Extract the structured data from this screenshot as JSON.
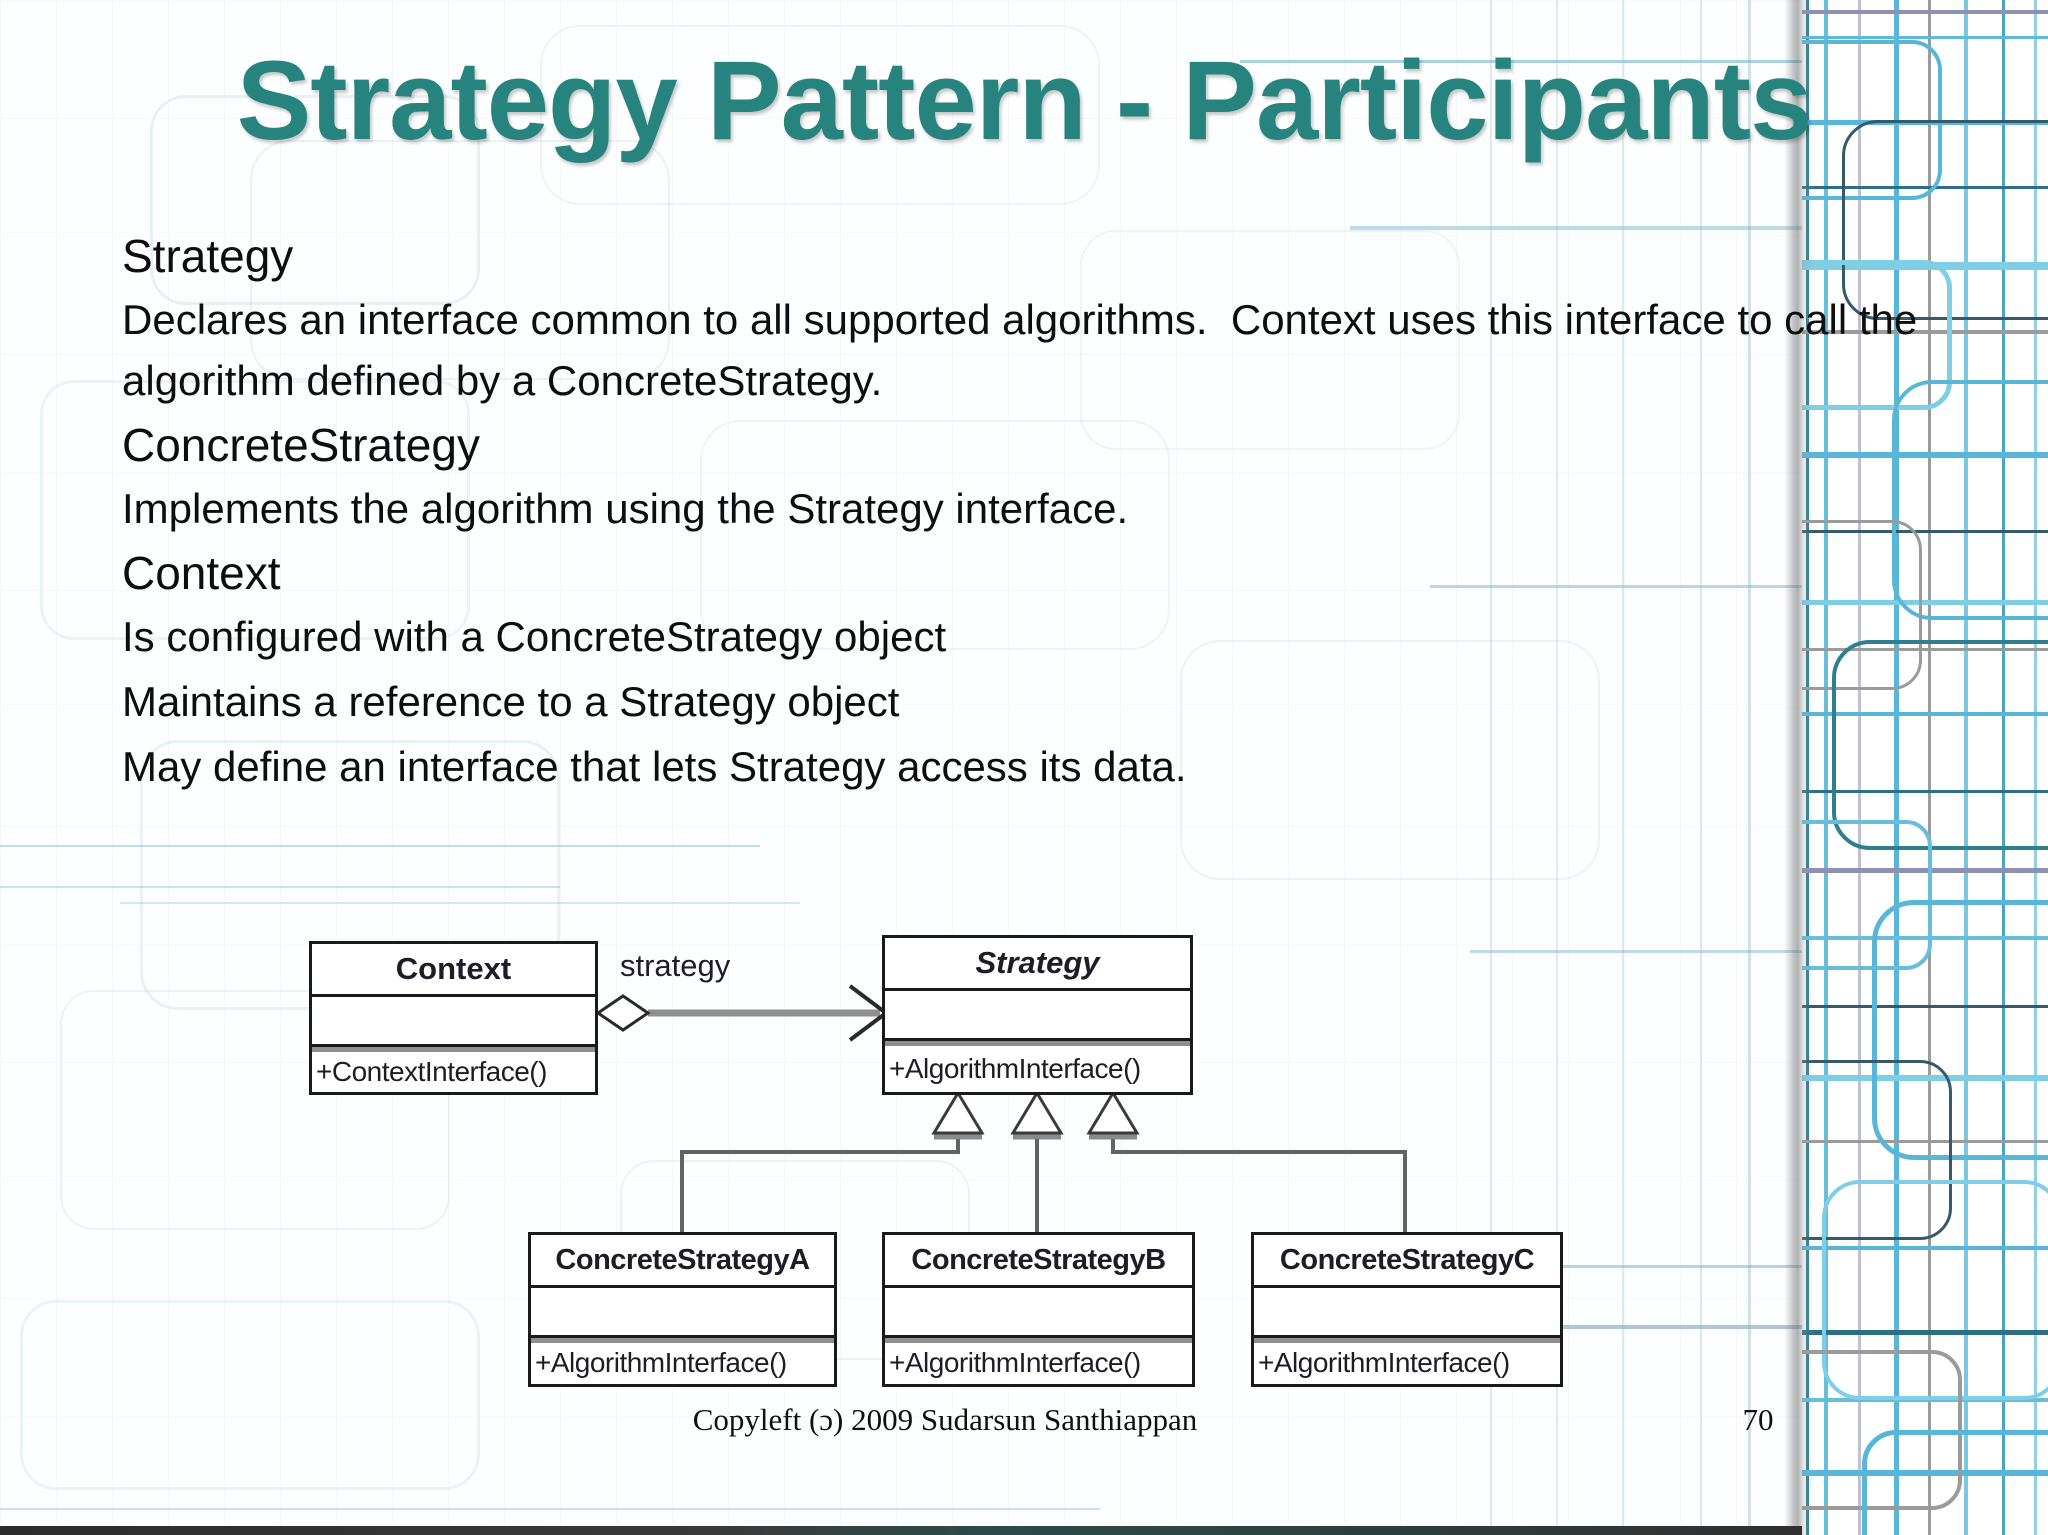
{
  "slide": {
    "title": "Strategy Pattern - Participants",
    "body": [
      {
        "type": "heading",
        "text": "Strategy"
      },
      {
        "type": "paragraph",
        "text": "Declares an interface common to all supported algorithms.  Context uses this interface to call the algorithm defined by a ConcreteStrategy."
      },
      {
        "type": "heading",
        "text": "ConcreteStrategy"
      },
      {
        "type": "paragraph",
        "text": "Implements the algorithm using the Strategy interface."
      },
      {
        "type": "heading",
        "text": "Context"
      },
      {
        "type": "paragraph",
        "text": "Is configured with a ConcreteStrategy object"
      },
      {
        "type": "paragraph",
        "text": "Maintains a reference to a Strategy object"
      },
      {
        "type": "paragraph",
        "text": "May define an interface that lets Strategy access its data."
      }
    ],
    "footer": {
      "copyright": "Copyleft (ɔ) 2009 Sudarsun Santhiappan",
      "page_number": "70"
    },
    "colors": {
      "title_accent": "#27837e",
      "body_text": "#0e0e0e",
      "band_blue": "#58b7d9",
      "band_teal": "#2f7e92",
      "diagram_line": "#8f8f8f"
    }
  },
  "diagram": {
    "association_label": "strategy",
    "classes": [
      {
        "name": "Context",
        "stereotype": "class",
        "methods": [
          "+ContextInterface()"
        ]
      },
      {
        "name": "Strategy",
        "stereotype": "abstract-class",
        "methods": [
          "+AlgorithmInterface()"
        ]
      },
      {
        "name": "ConcreteStrategyA",
        "stereotype": "class",
        "methods": [
          "+AlgorithmInterface()"
        ]
      },
      {
        "name": "ConcreteStrategyB",
        "stereotype": "class",
        "methods": [
          "+AlgorithmInterface()"
        ]
      },
      {
        "name": "ConcreteStrategyC",
        "stereotype": "class",
        "methods": [
          "+AlgorithmInterface()"
        ]
      }
    ],
    "relationships": [
      {
        "type": "aggregation",
        "from": "Context",
        "to": "Strategy",
        "label": "strategy"
      },
      {
        "type": "generalization",
        "from": "ConcreteStrategyA",
        "to": "Strategy"
      },
      {
        "type": "generalization",
        "from": "ConcreteStrategyB",
        "to": "Strategy"
      },
      {
        "type": "generalization",
        "from": "ConcreteStrategyC",
        "to": "Strategy"
      }
    ]
  }
}
